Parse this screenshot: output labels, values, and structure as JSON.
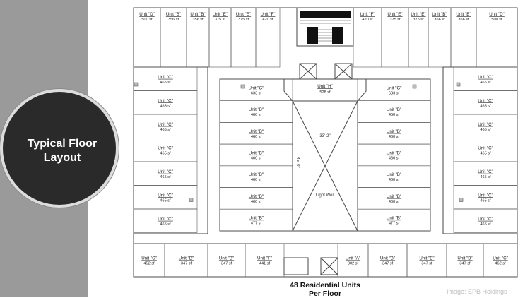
{
  "title": "Typical Floor Layout",
  "caption": {
    "line1": "48 Residential Units",
    "line2": "Per Floor"
  },
  "credit": "Image: EPB Holdings",
  "light_well": {
    "label": "Light Well",
    "width_dim": "33'-2\"",
    "height_dim": "45'-0\""
  },
  "colors": {
    "sidebar": "#9a9a9a",
    "badge": "#2a2a2a",
    "line": "#444444"
  },
  "top_units": [
    {
      "name": "Unit \"D\"",
      "sf": "500 sf"
    },
    {
      "name": "Unit \"B\"",
      "sf": "356 sf"
    },
    {
      "name": "Unit \"B\"",
      "sf": "356 sf"
    },
    {
      "name": "Unit \"E\"",
      "sf": "375 sf"
    },
    {
      "name": "Unit \"E\"",
      "sf": "375 sf"
    },
    {
      "name": "Unit \"F\"",
      "sf": "420 sf"
    },
    {
      "name": "Unit \"F\"",
      "sf": "420 sf"
    },
    {
      "name": "Unit \"E\"",
      "sf": "375 sf"
    },
    {
      "name": "Unit \"E\"",
      "sf": "375 sf"
    },
    {
      "name": "Unit \"B\"",
      "sf": "356 sf"
    },
    {
      "name": "Unit \"B\"",
      "sf": "356 sf"
    },
    {
      "name": "Unit \"D\"",
      "sf": "500 sf"
    }
  ],
  "left_column": [
    {
      "name": "Unit \"C\"",
      "sf": "465 sf"
    },
    {
      "name": "Unit \"C\"",
      "sf": "465 sf"
    },
    {
      "name": "Unit \"C\"",
      "sf": "465 sf"
    },
    {
      "name": "Unit \"C\"",
      "sf": "465 sf"
    },
    {
      "name": "Unit \"C\"",
      "sf": "465 sf"
    },
    {
      "name": "Unit \"C\"",
      "sf": "465 sf"
    },
    {
      "name": "Unit \"C\"",
      "sf": "465 sf"
    }
  ],
  "right_column": [
    {
      "name": "Unit \"C\"",
      "sf": "465 sf"
    },
    {
      "name": "Unit \"C\"",
      "sf": "465 sf"
    },
    {
      "name": "Unit \"C\"",
      "sf": "465 sf"
    },
    {
      "name": "Unit \"C\"",
      "sf": "465 sf"
    },
    {
      "name": "Unit \"C\"",
      "sf": "465 sf"
    },
    {
      "name": "Unit \"C\"",
      "sf": "465 sf"
    },
    {
      "name": "Unit \"C\"",
      "sf": "465 sf"
    }
  ],
  "center_left": [
    {
      "name": "Unit \"G\"",
      "sf": "633 sf"
    },
    {
      "name": "Unit \"B\"",
      "sf": "460 sf"
    },
    {
      "name": "Unit \"B\"",
      "sf": "460 sf"
    },
    {
      "name": "Unit \"B\"",
      "sf": "460 sf"
    },
    {
      "name": "Unit \"B\"",
      "sf": "460 sf"
    },
    {
      "name": "Unit \"B\"",
      "sf": "460 sf"
    },
    {
      "name": "Unit \"B\"",
      "sf": "477 sf"
    }
  ],
  "center_right": [
    {
      "name": "Unit \"G\"",
      "sf": "633 sf"
    },
    {
      "name": "Unit \"B\"",
      "sf": "460 sf"
    },
    {
      "name": "Unit \"B\"",
      "sf": "460 sf"
    },
    {
      "name": "Unit \"B\"",
      "sf": "460 sf"
    },
    {
      "name": "Unit \"B\"",
      "sf": "460 sf"
    },
    {
      "name": "Unit \"B\"",
      "sf": "460 sf"
    },
    {
      "name": "Unit \"B\"",
      "sf": "477 sf"
    }
  ],
  "center_top": {
    "name": "Unit \"H\"",
    "sf": "528 sf"
  },
  "bottom_left": [
    {
      "name": "Unit \"C\"",
      "sf": "452 sf"
    },
    {
      "name": "Unit \"B\"",
      "sf": "347 sf"
    },
    {
      "name": "Unit \"B\"",
      "sf": "347 sf"
    },
    {
      "name": "Unit \"F\"",
      "sf": "441 sf"
    }
  ],
  "bottom_right": [
    {
      "name": "Unit \"A\"",
      "sf": "302 sf"
    },
    {
      "name": "Unit \"B\"",
      "sf": "347 sf"
    },
    {
      "name": "Unit \"B\"",
      "sf": "347 sf"
    },
    {
      "name": "Unit \"B\"",
      "sf": "347 sf"
    },
    {
      "name": "Unit \"C\"",
      "sf": "462 sf"
    }
  ]
}
